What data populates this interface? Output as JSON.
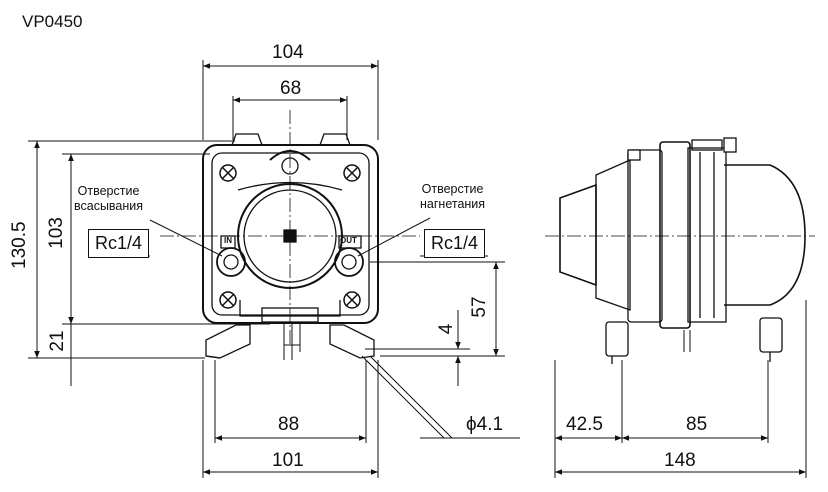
{
  "model": "VP0450",
  "front_view": {
    "width_top": "104",
    "port_spacing": "68",
    "height_total": "130.5",
    "height_body": "103",
    "base_height": "21",
    "port_height": "57",
    "foot_thickness": "4",
    "foot_spacing": "88",
    "base_width": "101",
    "hole_dia": "ϕ4.1",
    "inlet_label": "Отверстие\nвсасывания",
    "outlet_label": "Отверстие\nнагнетания",
    "inlet_thread": "Rc1/4",
    "outlet_thread": "Rc1/4",
    "in_mark": "IN",
    "out_mark": "OUT"
  },
  "side_view": {
    "offset": "42.5",
    "mount_spacing": "85",
    "total_length": "148"
  },
  "colors": {
    "line": "#111111",
    "background": "#ffffff"
  }
}
